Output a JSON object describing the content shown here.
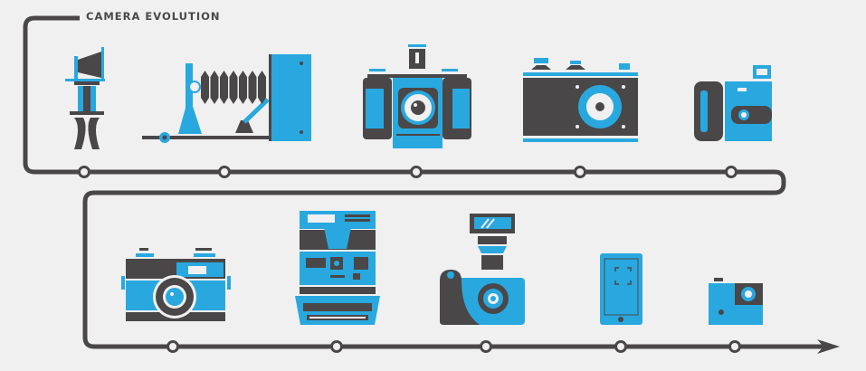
{
  "title": "CAMERA EVOLUTION",
  "colors": {
    "primary": "#29a8e0",
    "dark": "#4a4748",
    "background": "#f0f0f0"
  },
  "cameras_row1": [
    "view-camera-on-tripod",
    "bellows-folding-camera",
    "medium-format-camera",
    "rangefinder-camera",
    "disposable-camera"
  ],
  "cameras_row2": [
    "compact-film-camera",
    "instant-camera",
    "camera-with-flash",
    "smartphone",
    "action-camera"
  ]
}
